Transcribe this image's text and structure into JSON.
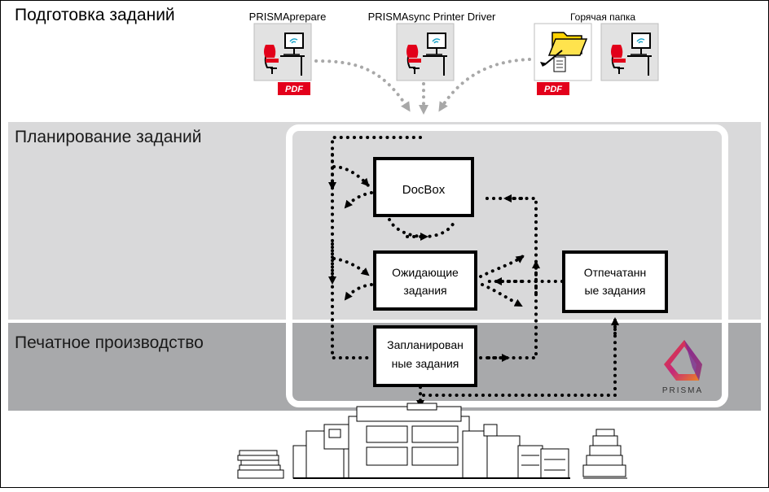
{
  "sections": {
    "preparation": "Подготовка заданий",
    "planning": "Планирование заданий",
    "production": "Печатное производство"
  },
  "sources": {
    "prepare": "PRISMAprepare",
    "driver": "PRISMAsync Printer Driver",
    "hotfolder": "Горячая папка",
    "pdf_badge": "PDF"
  },
  "boxes": {
    "docbox": "DocBox",
    "waiting": [
      "Ожидающие",
      "задания"
    ],
    "printed": [
      "Отпечатанн",
      "ые задания"
    ],
    "scheduled": [
      "Запланирован",
      "ные задания"
    ]
  },
  "logo": {
    "text": "PRISMA",
    "colors": [
      "#e8412c",
      "#c4287a",
      "#f08a1c",
      "#7d2f8e"
    ]
  },
  "colors": {
    "band_planning": "#d9d9da",
    "band_production": "#a8a9ab",
    "pdf_red": "#e3001b",
    "chair_red": "#e2001a",
    "folder_yellow": "#ffd200",
    "dotted_grey": "#a8a8a8"
  }
}
